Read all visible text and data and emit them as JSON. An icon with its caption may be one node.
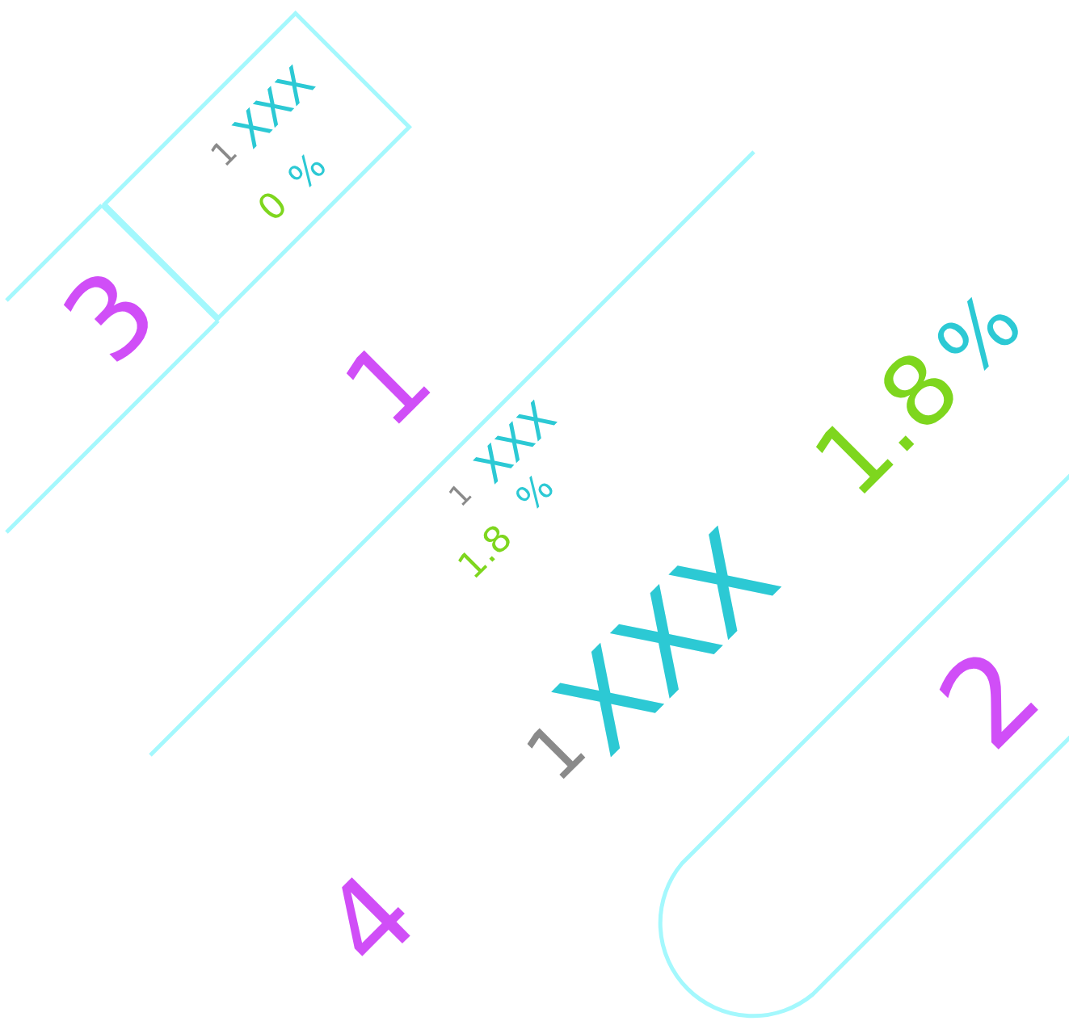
{
  "diagram": {
    "nodes": [
      {
        "text": [
          "1",
          "XXX",
          "0",
          "%"
        ]
      }
    ],
    "labels": [
      "3",
      "1",
      "1",
      "XXX",
      "1.8",
      "%",
      "4",
      "1",
      "XXX",
      "1.8",
      "%",
      "2"
    ]
  }
}
